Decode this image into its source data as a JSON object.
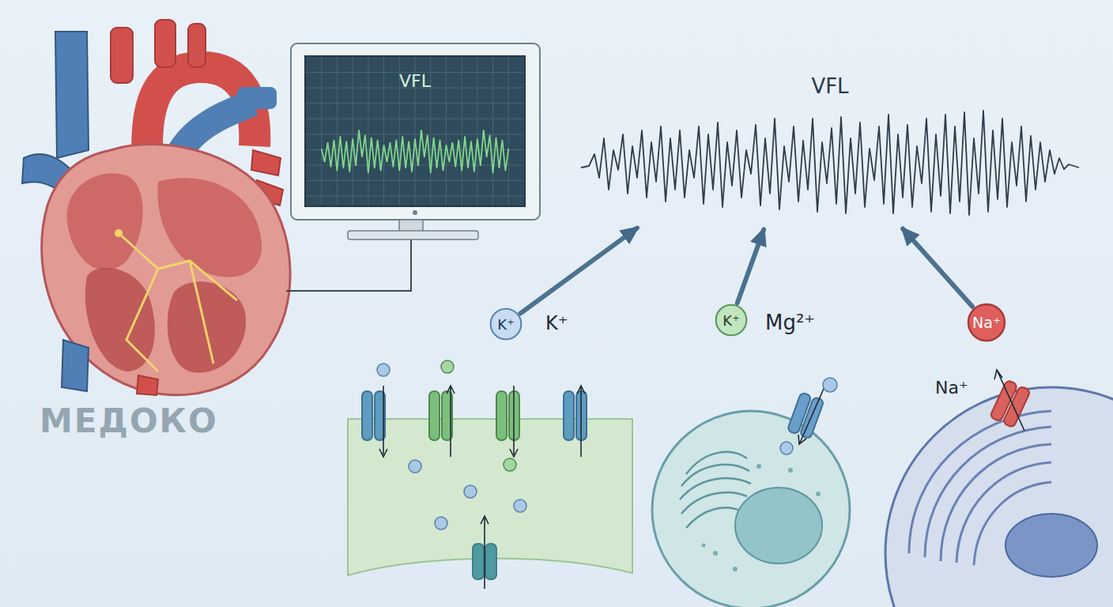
{
  "diagram": {
    "nodes": [
      {
        "text": [
          "VFL"
        ]
      },
      {
        "text": [
          "VFL"
        ]
      },
      {
        "text": [
          "K⁺"
        ]
      },
      {
        "text": [
          "K⁺"
        ]
      },
      {
        "text": [
          "Na⁺"
        ]
      }
    ],
    "edges": [
      {
        "from": 2,
        "to": 1,
        "arrow": "to"
      },
      {
        "from": 3,
        "to": 1,
        "arrow": "to"
      },
      {
        "from": 4,
        "to": 1,
        "arrow": "to"
      }
    ],
    "labels": [
      "K⁺",
      "Mg²⁺",
      "Na⁺",
      "МЕДОКО"
    ]
  }
}
